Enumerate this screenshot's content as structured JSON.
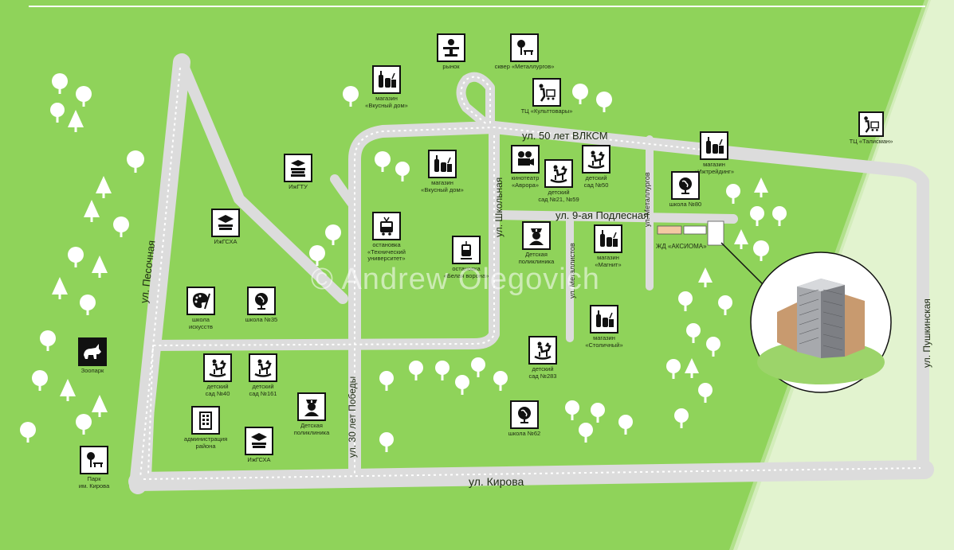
{
  "streets": {
    "vlksm": "ул. 50 лет ВЛКСМ",
    "podlesnaya": "ул. 9-ая Подлесная",
    "kirova": "ул. Кирова",
    "pesochnaya": "ул. Песочная",
    "shkolnaya": "ул. Школьная",
    "pobedy": "ул. 30 лет Победы",
    "metallurgov": "ул. Металлургов",
    "metallistov": "ул. Металлистов",
    "pushkinskaya": "ул. Пушкинская"
  },
  "poi": {
    "rynok": {
      "label": "рынок",
      "icon": "market-scale-icon"
    },
    "skver": {
      "label": "сквер «Металлургов»",
      "icon": "park-bench-icon"
    },
    "kulttovary": {
      "label": "ТЦ «Культтовары»",
      "icon": "shopping-cart-icon"
    },
    "vkusny_dom_1": {
      "label": "магазин\n«Вкусный дом»",
      "icon": "grocery-icon"
    },
    "vkusny_dom_2": {
      "label": "магазин\n«Вкусный дом»",
      "icon": "grocery-icon"
    },
    "izhgtu": {
      "label": "ИжГТУ",
      "icon": "books-icon"
    },
    "izhgsha_1": {
      "label": "ИжГСХА",
      "icon": "graduation-cap-icon"
    },
    "izhgsha_2": {
      "label": "ИжГСХА",
      "icon": "graduation-cap-icon"
    },
    "kino_avrora": {
      "label": "кинотеатр\n«Аврора»",
      "icon": "film-camera-icon"
    },
    "sad_21_59": {
      "label": "детский\nсад №21, №59",
      "icon": "rocking-horse-icon"
    },
    "sad_50": {
      "label": "детский\nсад №50",
      "icon": "rocking-horse-icon"
    },
    "izhtrading": {
      "label": "магазин\n«Ижтрейдинг»",
      "icon": "grocery-icon"
    },
    "shkola_80": {
      "label": "школа №80",
      "icon": "globe-icon"
    },
    "talisman": {
      "label": "ТЦ «Талисман»",
      "icon": "shopping-cart-icon"
    },
    "ostanovka_tu": {
      "label": "остановка\n«Технический\nуниверситет»",
      "icon": "trolleybus-icon"
    },
    "ostanovka_bv": {
      "label": "остановка\n«Белая ворона»",
      "icon": "tram-icon"
    },
    "poliklinika_1": {
      "label": "Детская\nполиклиника",
      "icon": "nurse-icon"
    },
    "magnit": {
      "label": "магазин\n«Магнит»",
      "icon": "grocery-icon"
    },
    "shkola_isk": {
      "label": "школа\nискусств",
      "icon": "palette-icon"
    },
    "shkola_35": {
      "label": "школа №35",
      "icon": "globe-icon"
    },
    "zoopark": {
      "label": "Зоопарк",
      "icon": "rhino-icon"
    },
    "sad_40": {
      "label": "детский\nсад №40",
      "icon": "rocking-horse-icon"
    },
    "sad_161": {
      "label": "детский\nсад №161",
      "icon": "rocking-horse-icon"
    },
    "poliklinika_2": {
      "label": "Детская\nполиклиника",
      "icon": "nurse-icon"
    },
    "admin": {
      "label": "администрация\nрайона",
      "icon": "office-building-icon"
    },
    "park_kirova": {
      "label": "Парк\nим. Кирова",
      "icon": "park-bench-icon"
    },
    "stolichny": {
      "label": "магазин\n«Столичный»",
      "icon": "grocery-icon"
    },
    "sad_283": {
      "label": "детский\nсад №283",
      "icon": "rocking-horse-icon"
    },
    "shkola_62": {
      "label": "школа №62",
      "icon": "globe-icon"
    }
  },
  "complex": {
    "label": "ЖД «АКСИОМА»"
  },
  "watermark": "© Andrew Olegovich",
  "colors": {
    "grass": "#8fd35a",
    "road": "#dcdcdc",
    "road_dash": "#ffffff",
    "icon_border": "#111111",
    "pale_strip": "#e2f3cf"
  }
}
